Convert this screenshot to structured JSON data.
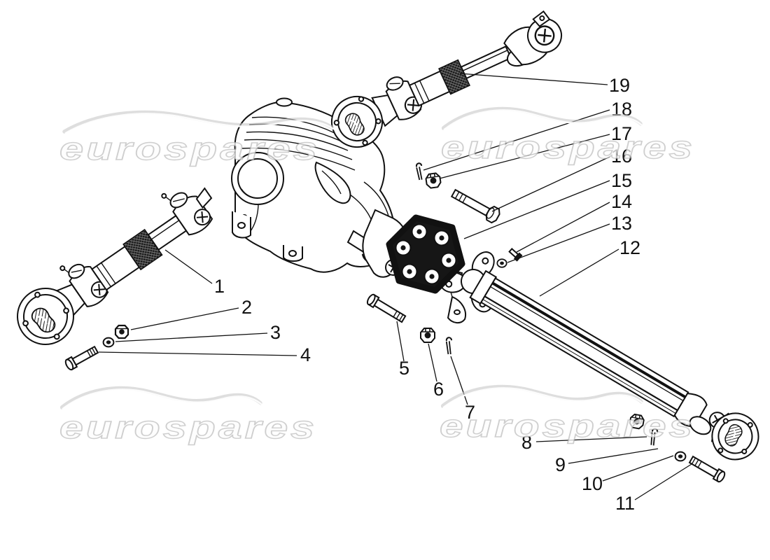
{
  "watermark": {
    "text": "eurospares"
  },
  "colors": {
    "line": "#111111",
    "background": "#ffffff",
    "watermark_gray": "#c8c8c8"
  },
  "callouts": [
    {
      "number": "1",
      "part": "front drive shaft"
    },
    {
      "number": "2",
      "part": "lock nut"
    },
    {
      "number": "3",
      "part": "washer"
    },
    {
      "number": "4",
      "part": "bolt"
    },
    {
      "number": "5",
      "part": "bolt"
    },
    {
      "number": "6",
      "part": "castellated nut"
    },
    {
      "number": "7",
      "part": "split pin"
    },
    {
      "number": "8",
      "part": "split pin"
    },
    {
      "number": "9",
      "part": "castellated nut"
    },
    {
      "number": "10",
      "part": "washer"
    },
    {
      "number": "11",
      "part": "bolt"
    },
    {
      "number": "12",
      "part": "propeller shaft"
    },
    {
      "number": "13",
      "part": "washer"
    },
    {
      "number": "14",
      "part": "screw"
    },
    {
      "number": "15",
      "part": "flexible coupling"
    },
    {
      "number": "16",
      "part": "bolt"
    },
    {
      "number": "17",
      "part": "castellated nut"
    },
    {
      "number": "18",
      "part": "split pin"
    },
    {
      "number": "19",
      "part": "rear drive shaft"
    }
  ]
}
